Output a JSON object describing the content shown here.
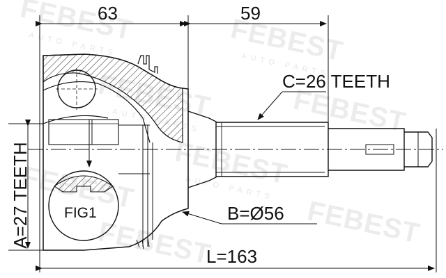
{
  "watermark": {
    "brand": "FEBEST",
    "sub": "AUTO PARTS"
  },
  "dimensions": {
    "dim_63": "63",
    "dim_59": "59",
    "teeth_c": "C=26 TEETH",
    "diameter_b": "B=Ø56",
    "teeth_a": "A=27 TEETH",
    "length_l": "L=163"
  },
  "fig_label": "FIG1"
}
